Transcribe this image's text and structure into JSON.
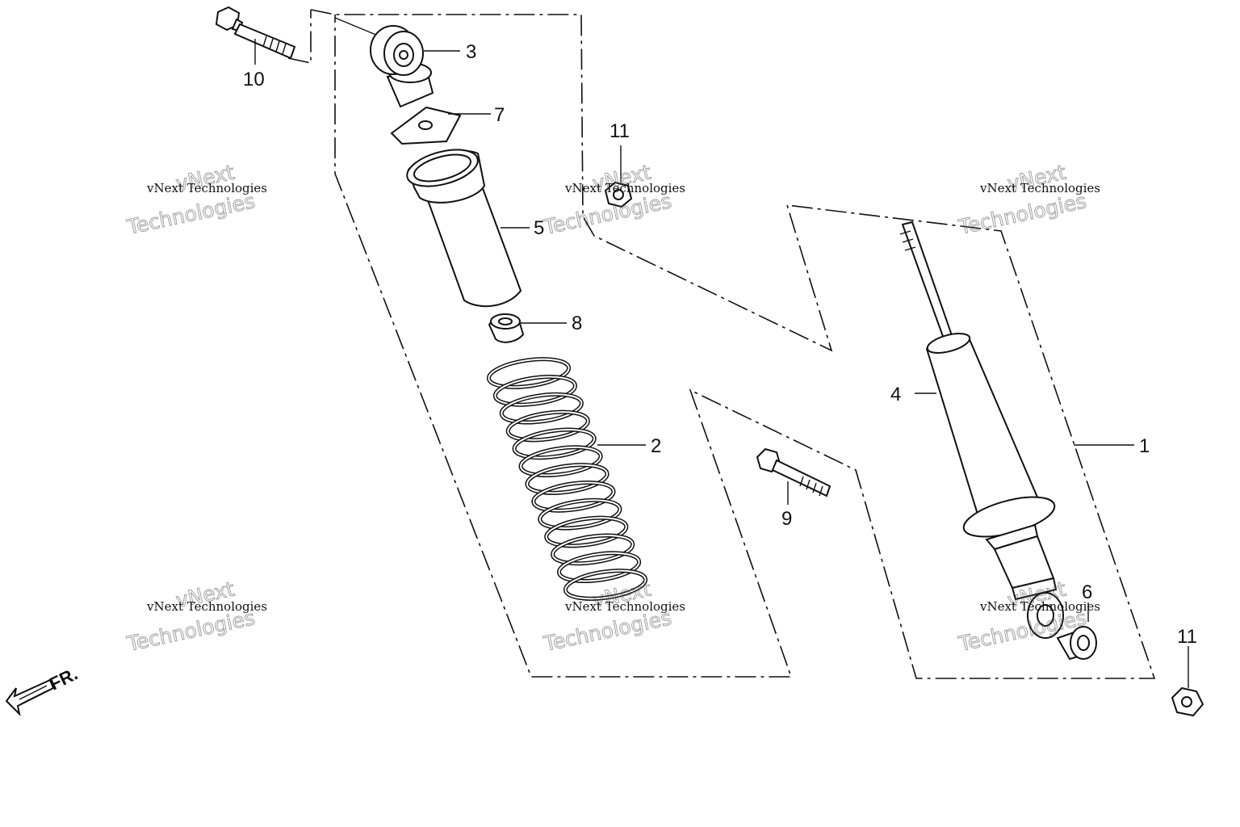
{
  "callouts": {
    "c1": "1",
    "c2": "2",
    "c3": "3",
    "c4": "4",
    "c5": "5",
    "c6": "6",
    "c7": "7",
    "c8": "8",
    "c9": "9",
    "c10": "10",
    "c11a": "11",
    "c11b": "11"
  },
  "direction_label": "FR.",
  "watermark": {
    "line1": "vNext",
    "line2": "vNext Technologies",
    "line3": "Technologies"
  },
  "colors": {
    "ink": "#111111",
    "background": "#ffffff"
  }
}
